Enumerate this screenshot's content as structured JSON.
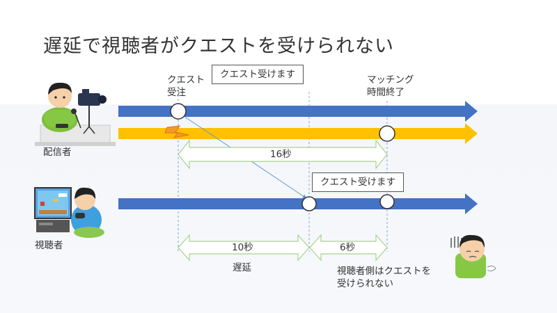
{
  "title": "遅延で視聴者がクエストを受けられない",
  "labels": {
    "quest_order": "クエスト\n受注",
    "matching_end": "マッチング\n時間終了",
    "streamer": "配信者",
    "viewer": "視聴者",
    "duration_16": "16秒",
    "duration_10": "10秒",
    "duration_6": "6秒",
    "delay": "遅延",
    "viewer_side": "視聴者側はクエストを\n受けられない"
  },
  "boxes": {
    "streamer_quest": "クエスト受けます",
    "viewer_quest": "クエスト受けます"
  },
  "colors": {
    "blue_arrow": "#4472c4",
    "orange_arrow": "#ffc000",
    "span_arrow": "#a9d18e",
    "guide_line": "#5b9bd5"
  },
  "icons": [
    "streamer-illustration",
    "viewer-illustration",
    "lightning-icon",
    "sad-person-illustration"
  ]
}
